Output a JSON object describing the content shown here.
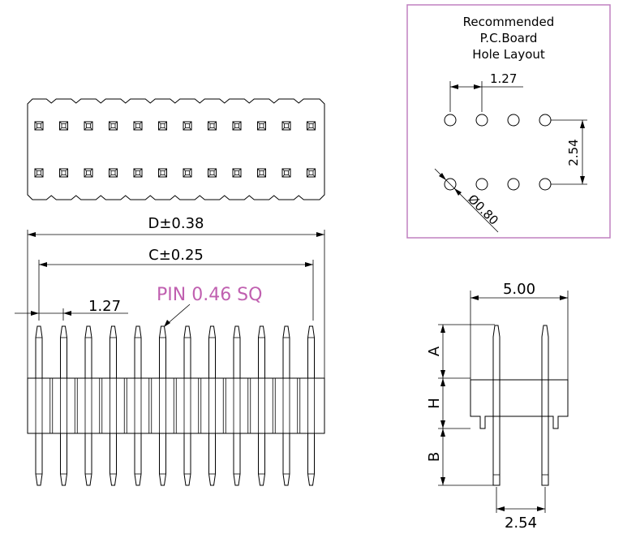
{
  "colors": {
    "line": "#000000",
    "callout": "#c060b0",
    "panel_border": "#c080c0"
  },
  "top_view": {
    "pins_per_row": 12,
    "rows": 2
  },
  "front_view": {
    "pin_count": 12,
    "labels": {
      "d_dim": "D±0.38",
      "c_dim": "C±0.25",
      "pitch": "1.27",
      "pin_callout": "PIN  0.46  SQ"
    }
  },
  "side_view": {
    "labels": {
      "width": "5.00",
      "a": "A",
      "h": "H",
      "b": "B",
      "row_pitch": "2.54"
    }
  },
  "pcb_layout": {
    "title_lines": [
      "Recommended",
      "P.C.Board",
      "Hole  Layout"
    ],
    "pitch": "1.27",
    "row_pitch": "2.54",
    "hole_dia": "Ø0.80"
  }
}
